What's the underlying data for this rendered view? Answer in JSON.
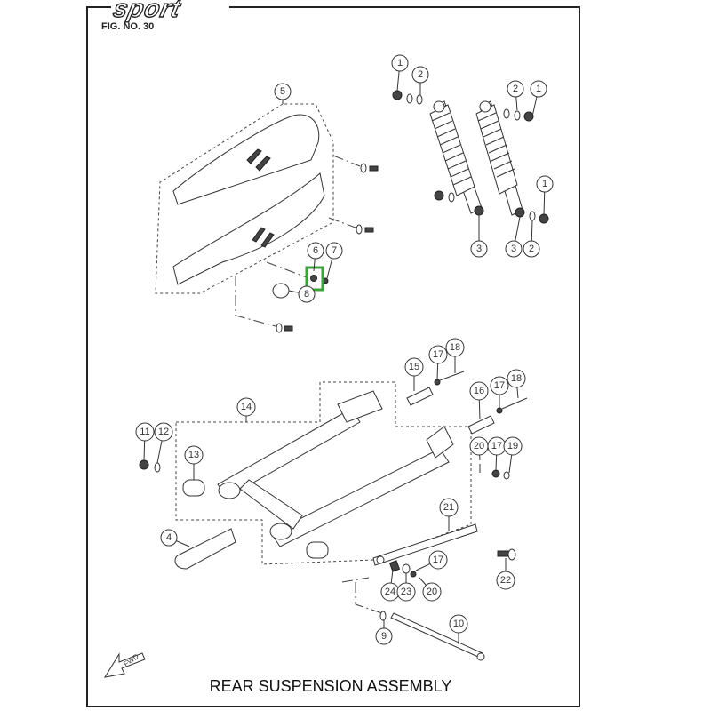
{
  "header": {
    "brand": "sport",
    "figure_number": "FIG. NO. 30"
  },
  "caption": "REAR SUSPENSION ASSEMBLY",
  "direction_indicator": "FWD",
  "highlight": {
    "part_ref": "6",
    "color": "#3aa33a"
  },
  "callouts": [
    {
      "id": "c1a",
      "label": "1"
    },
    {
      "id": "c2a",
      "label": "2"
    },
    {
      "id": "c2b",
      "label": "2"
    },
    {
      "id": "c1b",
      "label": "1"
    },
    {
      "id": "c1c",
      "label": "1"
    },
    {
      "id": "c3a",
      "label": "3"
    },
    {
      "id": "c3b",
      "label": "3"
    },
    {
      "id": "c2c",
      "label": "2"
    },
    {
      "id": "c5",
      "label": "5"
    },
    {
      "id": "c6",
      "label": "6"
    },
    {
      "id": "c7",
      "label": "7"
    },
    {
      "id": "c8",
      "label": "8"
    },
    {
      "id": "c14",
      "label": "14"
    },
    {
      "id": "c11",
      "label": "11"
    },
    {
      "id": "c12",
      "label": "12"
    },
    {
      "id": "c13",
      "label": "13"
    },
    {
      "id": "c4",
      "label": "4"
    },
    {
      "id": "c15",
      "label": "15"
    },
    {
      "id": "c17a",
      "label": "17"
    },
    {
      "id": "c18a",
      "label": "18"
    },
    {
      "id": "c16",
      "label": "16"
    },
    {
      "id": "c17b",
      "label": "17"
    },
    {
      "id": "c18b",
      "label": "18"
    },
    {
      "id": "c20a",
      "label": "20"
    },
    {
      "id": "c17c",
      "label": "17"
    },
    {
      "id": "c19",
      "label": "19"
    },
    {
      "id": "c21",
      "label": "21"
    },
    {
      "id": "c17d",
      "label": "17"
    },
    {
      "id": "c24",
      "label": "24"
    },
    {
      "id": "c23",
      "label": "23"
    },
    {
      "id": "c20b",
      "label": "20"
    },
    {
      "id": "c22",
      "label": "22"
    },
    {
      "id": "c9",
      "label": "9"
    },
    {
      "id": "c10",
      "label": "10"
    }
  ]
}
